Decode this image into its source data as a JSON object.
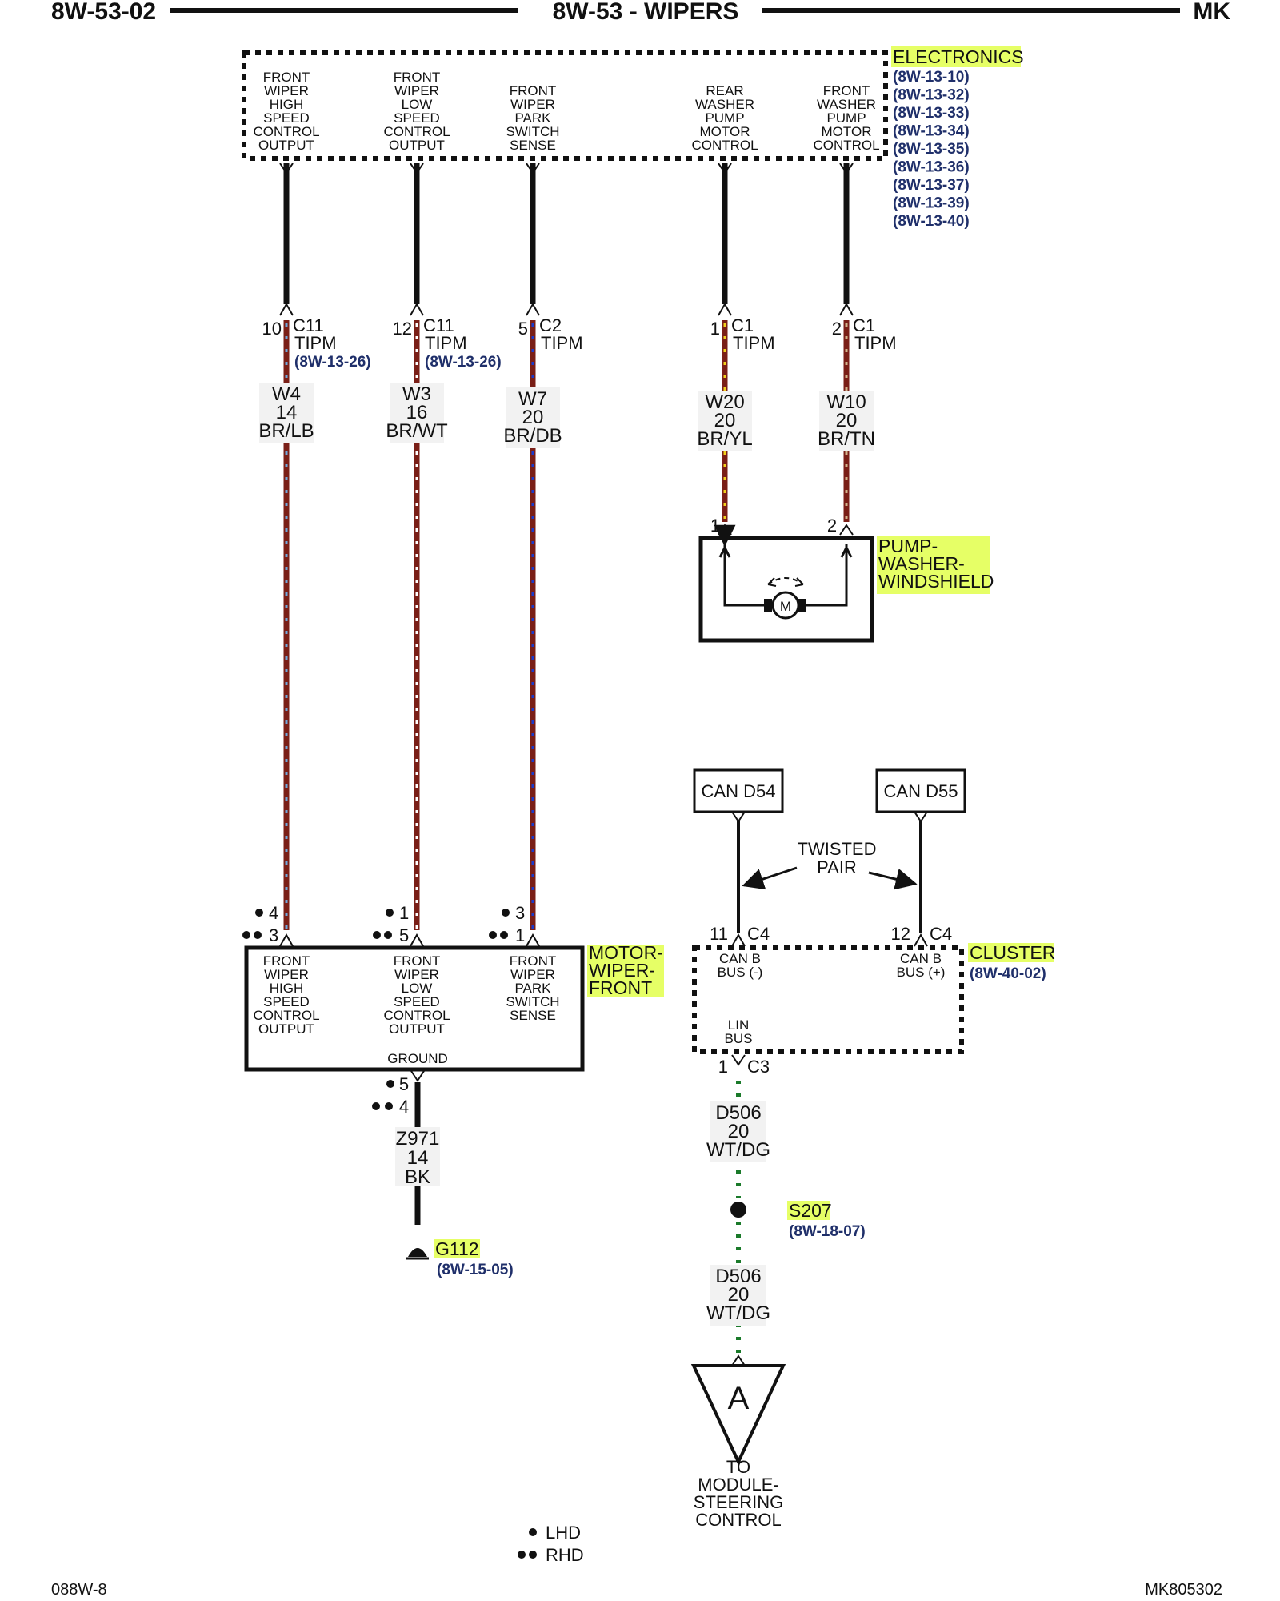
{
  "header": {
    "left": "8W-53-02",
    "center": "8W-53 - WIPERS",
    "right": "MK"
  },
  "footer": {
    "left": "088W-8",
    "right": "MK805302"
  },
  "colors": {
    "highlight": "#e6ff66",
    "ref_text": "#1f2f6a",
    "brown": "#7a1f17"
  },
  "electronics": {
    "name": "ELECTRONICS",
    "refs": [
      "(8W-13-10)",
      "(8W-13-32)",
      "(8W-13-33)",
      "(8W-13-34)",
      "(8W-13-35)",
      "(8W-13-36)",
      "(8W-13-37)",
      "(8W-13-39)",
      "(8W-13-40)"
    ],
    "pins": [
      [
        "FRONT",
        "WIPER",
        "HIGH",
        "SPEED",
        "CONTROL",
        "OUTPUT"
      ],
      [
        "FRONT",
        "WIPER",
        "LOW",
        "SPEED",
        "CONTROL",
        "OUTPUT"
      ],
      [
        "FRONT",
        "WIPER",
        "PARK",
        "SWITCH",
        "SENSE"
      ],
      [
        "REAR",
        "WASHER",
        "PUMP",
        "MOTOR",
        "CONTROL"
      ],
      [
        "FRONT",
        "WASHER",
        "PUMP",
        "MOTOR",
        "CONTROL"
      ]
    ]
  },
  "connectors": [
    {
      "pin": "10",
      "conn": "C11",
      "module": "TIPM",
      "ref": "(8W-13-26)"
    },
    {
      "pin": "12",
      "conn": "C11",
      "module": "TIPM",
      "ref": "(8W-13-26)"
    },
    {
      "pin": "5",
      "conn": "C2",
      "module": "TIPM",
      "ref": ""
    },
    {
      "pin": "1",
      "conn": "C1",
      "module": "TIPM",
      "ref": ""
    },
    {
      "pin": "2",
      "conn": "C1",
      "module": "TIPM",
      "ref": ""
    }
  ],
  "wires": [
    {
      "circuit": "W4",
      "gauge": "14",
      "color": "BR/LB",
      "stripe": "#6fa8dc"
    },
    {
      "circuit": "W3",
      "gauge": "16",
      "color": "BR/WT",
      "stripe": "#ffffff"
    },
    {
      "circuit": "W7",
      "gauge": "20",
      "color": "BR/DB",
      "stripe": "#1a3bcc"
    },
    {
      "circuit": "W20",
      "gauge": "20",
      "color": "BR/YL",
      "stripe": "#f2d21b"
    },
    {
      "circuit": "W10",
      "gauge": "20",
      "color": "BR/TN",
      "stripe": "#d2b48c"
    }
  ],
  "pump": {
    "name": [
      "PUMP-",
      "WASHER-",
      "WINDSHIELD"
    ],
    "pin1": "1",
    "pin2": "2",
    "motor": "M"
  },
  "motor": {
    "name": [
      "MOTOR-",
      "WIPER-",
      "FRONT"
    ],
    "pins": [
      [
        "FRONT",
        "WIPER",
        "HIGH",
        "SPEED",
        "CONTROL",
        "OUTPUT"
      ],
      [
        "FRONT",
        "WIPER",
        "LOW",
        "SPEED",
        "CONTROL",
        "OUTPUT"
      ],
      [
        "FRONT",
        "WIPER",
        "PARK",
        "SWITCH",
        "SENSE"
      ]
    ],
    "ground_label": "GROUND",
    "pin_pairs": [
      [
        "4",
        "3"
      ],
      [
        "1",
        "5"
      ],
      [
        "3",
        "1"
      ]
    ],
    "ground_pins": [
      "5",
      "4"
    ]
  },
  "ground_wire": {
    "circuit": "Z971",
    "gauge": "14",
    "color": "BK"
  },
  "ground": {
    "name": "G112",
    "ref": "(8W-15-05)"
  },
  "can": {
    "d54": "CAN D54",
    "d55": "CAN D55",
    "twisted": [
      "TWISTED",
      "PAIR"
    ],
    "pin_d54": "11",
    "pin_d55": "12",
    "conn": "C4"
  },
  "cluster": {
    "name": "CLUSTER",
    "ref": "(8W-40-02)",
    "can_minus": [
      "CAN B",
      "BUS (-)"
    ],
    "can_plus": [
      "CAN B",
      "BUS (+)"
    ],
    "lin": [
      "LIN",
      "BUS"
    ],
    "out_pin": "1",
    "out_conn": "C3"
  },
  "lin_wire1": {
    "circuit": "D506",
    "gauge": "20",
    "color": "WT/DG"
  },
  "splice": {
    "name": "S207",
    "ref": "(8W-18-07)"
  },
  "lin_wire2": {
    "circuit": "D506",
    "gauge": "20",
    "color": "WT/DG"
  },
  "offpage": {
    "letter": "A",
    "dest": [
      "TO",
      "MODULE-",
      "STEERING",
      "CONTROL"
    ]
  },
  "legend": {
    "lhd": "LHD",
    "rhd": "RHD"
  }
}
